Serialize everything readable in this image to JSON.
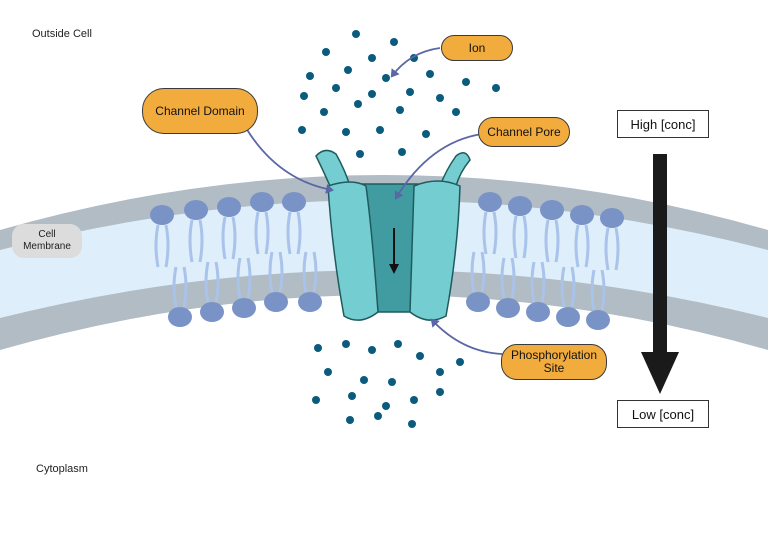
{
  "regions": {
    "outside": "Outside Cell",
    "inside": "Cytoplasm",
    "membrane": "Cell\nMembrane"
  },
  "callouts": {
    "ion": "Ion",
    "channel_domain": "Channel Domain",
    "channel_pore": "Channel Pore",
    "phosphorylation_site": "Phosphorylation Site"
  },
  "gradient": {
    "high": "High [conc]",
    "low": "Low [conc]"
  },
  "colors": {
    "membrane_outer": "#b1bcc5",
    "membrane_inner": "#deeefa",
    "lipid_head": "#7a93c6",
    "lipid_tail": "#a9c3ea",
    "channel_body": "#74cdd0",
    "channel_pore": "#419ca1",
    "channel_outline": "#1f5b5e",
    "ion": "#0b5b7c",
    "callout_fill": "#f2ac3e",
    "arrow": "#5a66a6",
    "gradient_arrow": "#1a1a1a"
  }
}
